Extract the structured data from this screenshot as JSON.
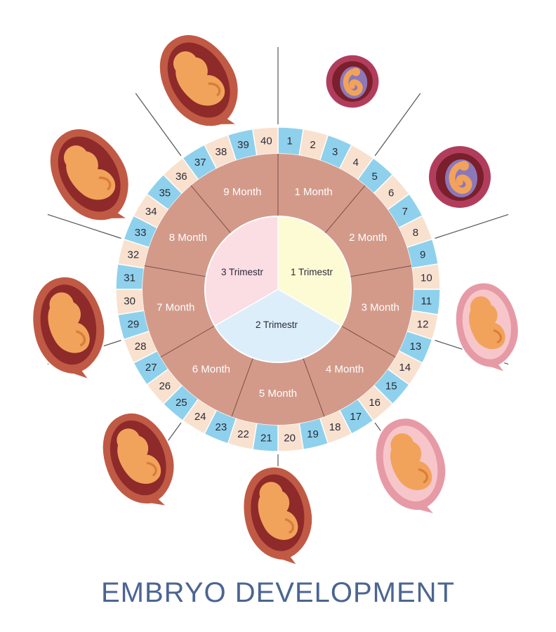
{
  "title": "EMBRYO DEVELOPMENT",
  "weeks": [
    "1",
    "2",
    "3",
    "4",
    "5",
    "6",
    "7",
    "8",
    "9",
    "10",
    "11",
    "12",
    "13",
    "14",
    "15",
    "16",
    "17",
    "18",
    "19",
    "20",
    "21",
    "22",
    "23",
    "24",
    "25",
    "26",
    "27",
    "28",
    "29",
    "30",
    "31",
    "32",
    "33",
    "34",
    "35",
    "36",
    "37",
    "38",
    "39",
    "40"
  ],
  "months": [
    "1 Month",
    "2 Month",
    "3 Month",
    "4 Month",
    "5 Month",
    "6 Month",
    "7 Month",
    "8 Month",
    "9 Month"
  ],
  "trimesters": [
    "1 Trimestr",
    "2 Trimestr",
    "3 Trimestr"
  ],
  "colors": {
    "week_blue": "#8fd1ec",
    "week_peach": "#f9e1cf",
    "month_ring": "#d39a8a",
    "month_divider": "#7a4f45",
    "trimester_1": "#fdfbd4",
    "trimester_2": "#dceefa",
    "trimester_3": "#fbdde4",
    "title": "#4b6591",
    "fetus": "#f2a35b",
    "uterus_wall": "#c05a44",
    "uterus_inner": "#8e2a2a"
  },
  "icons": [
    "embryo-week-4-icon",
    "embryo-week-8-icon",
    "fetus-month-3-icon",
    "fetus-month-4-icon",
    "fetus-month-5-icon",
    "fetus-month-6-icon",
    "fetus-month-7-icon",
    "fetus-month-8-icon",
    "fetus-month-9-icon"
  ]
}
